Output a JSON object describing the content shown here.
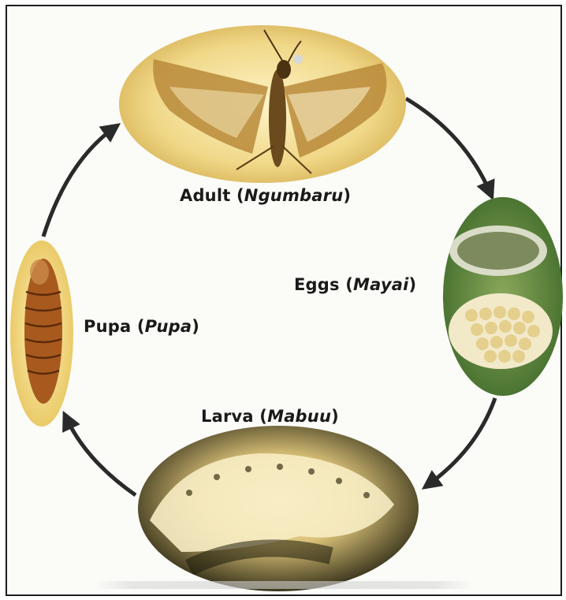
{
  "diagram": {
    "stages": {
      "adult": {
        "name": "Adult",
        "local_name": "Ngumbaru"
      },
      "eggs": {
        "name": "Eggs",
        "local_name": "Mayai"
      },
      "larva": {
        "name": "Larva",
        "local_name": "Mabuu"
      },
      "pupa": {
        "name": "Pupa",
        "local_name": "Pupa"
      }
    },
    "colors": {
      "arrow": "#2a2a2a",
      "frame": "#1c1c1c",
      "adult_bg": "#f2dc8e",
      "eggs_bg": "#5d8a3c",
      "larva_bg": "#2c2a12",
      "pupa_bg": "#f0d675"
    }
  }
}
